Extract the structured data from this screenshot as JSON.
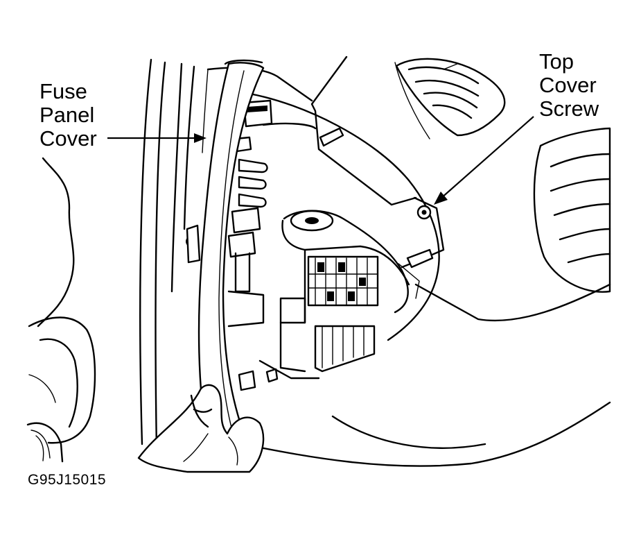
{
  "callouts": {
    "fuse_panel_cover": [
      "Fuse",
      "Panel",
      "Cover"
    ],
    "top_cover_screw": [
      "Top",
      "Cover",
      "Screw"
    ]
  },
  "figure_id": "G95J15015"
}
